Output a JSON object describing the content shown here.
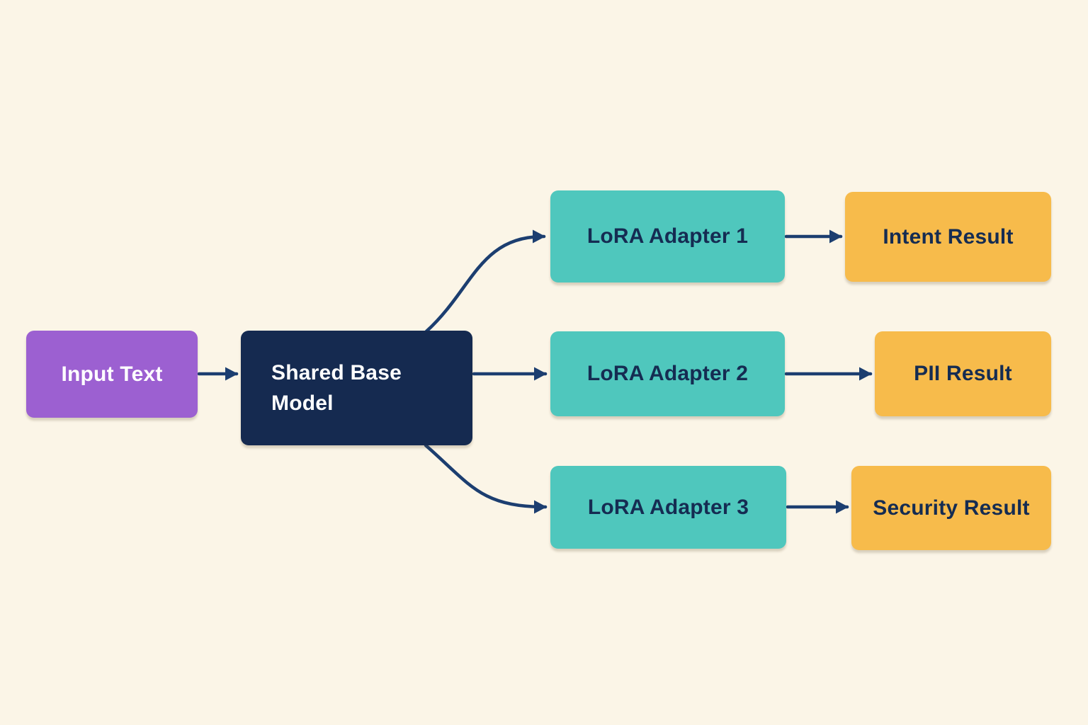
{
  "diagram": {
    "background_color": "#fbf5e7",
    "colors": {
      "input_box": "#9c60d1",
      "base_model_box": "#152a50",
      "adapter_box": "#4fc7bd",
      "result_box": "#f7bb4b",
      "arrow": "#1c3e70",
      "text_on_dark": "#ffffff",
      "text_on_light": "#152c52"
    },
    "nodes": [
      {
        "id": "input-text",
        "label": "Input Text",
        "type": "input"
      },
      {
        "id": "shared-base-model",
        "label": "Shared Base Model",
        "type": "model"
      },
      {
        "id": "lora-adapter-1",
        "label": "LoRA Adapter 1",
        "type": "adapter"
      },
      {
        "id": "lora-adapter-2",
        "label": "LoRA Adapter 2",
        "type": "adapter"
      },
      {
        "id": "lora-adapter-3",
        "label": "LoRA Adapter 3",
        "type": "adapter"
      },
      {
        "id": "intent-result",
        "label": "Intent Result",
        "type": "result"
      },
      {
        "id": "pii-result",
        "label": "PII Result",
        "type": "result"
      },
      {
        "id": "security-result",
        "label": "Security Result",
        "type": "result"
      }
    ],
    "edges": [
      {
        "from": "input-text",
        "to": "shared-base-model"
      },
      {
        "from": "shared-base-model",
        "to": "lora-adapter-1"
      },
      {
        "from": "shared-base-model",
        "to": "lora-adapter-2"
      },
      {
        "from": "shared-base-model",
        "to": "lora-adapter-3"
      },
      {
        "from": "lora-adapter-1",
        "to": "intent-result"
      },
      {
        "from": "lora-adapter-2",
        "to": "pii-result"
      },
      {
        "from": "lora-adapter-3",
        "to": "security-result"
      }
    ]
  }
}
